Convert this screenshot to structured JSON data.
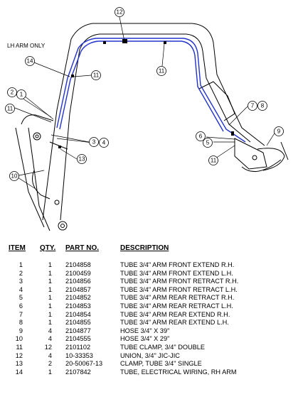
{
  "diagram": {
    "note": "LH ARM ONLY",
    "callouts": [
      "12",
      "14",
      "11",
      "11",
      "2",
      "1",
      "11",
      "3",
      "4",
      "13",
      "10",
      "7",
      "8",
      "6",
      "5",
      "11",
      "9"
    ]
  },
  "parts_table": {
    "headers": {
      "item": "ITEM",
      "qty": "QTY.",
      "part_no": "PART NO.",
      "description": "DESCRIPTION"
    },
    "rows": [
      {
        "item": "1",
        "qty": "1",
        "part_no": "2104858",
        "description": "TUBE 3/4\" ARM FRONT EXTEND R.H."
      },
      {
        "item": "2",
        "qty": "1",
        "part_no": "2100459",
        "description": "TUBE 3/4\" ARM FRONT EXTEND L.H."
      },
      {
        "item": "3",
        "qty": "1",
        "part_no": "2104856",
        "description": "TUBE 3/4\" ARM FRONT RETRACT R.H."
      },
      {
        "item": "4",
        "qty": "1",
        "part_no": "2104857",
        "description": "TUBE 3/4\" ARM FRONT RETRACT L.H."
      },
      {
        "item": "5",
        "qty": "1",
        "part_no": "2104852",
        "description": "TUBE 3/4\" ARM REAR RETRACT R.H."
      },
      {
        "item": "6",
        "qty": "1",
        "part_no": "2104853",
        "description": "TUBE 3/4\" ARM REAR RETRACT L.H."
      },
      {
        "item": "7",
        "qty": "1",
        "part_no": "2104854",
        "description": "TUBE 3/4\" ARM REAR EXTEND R.H."
      },
      {
        "item": "8",
        "qty": "1",
        "part_no": "2104855",
        "description": "TUBE 3/4\" ARM REAR EXTEND L.H."
      },
      {
        "item": "9",
        "qty": "4",
        "part_no": "2104877",
        "description": "HOSE 3/4\" X 39\""
      },
      {
        "item": "10",
        "qty": "4",
        "part_no": "2104555",
        "description": "HOSE 3/4\" X 29\""
      },
      {
        "item": "11",
        "qty": "12",
        "part_no": "2101102",
        "description": "TUBE CLAMP,  3/4\" DOUBLE"
      },
      {
        "item": "12",
        "qty": "4",
        "part_no": "10-33353",
        "description": "UNION, 3/4\" JIC-JIC"
      },
      {
        "item": "13",
        "qty": "2",
        "part_no": "20-50067-13",
        "description": "CLAMP, TUBE 3/4\" SINGLE"
      },
      {
        "item": "14",
        "qty": "1",
        "part_no": "2107842",
        "description": "TUBE, ELECTRICAL WIRING, RH ARM"
      }
    ]
  },
  "colors": {
    "line": "#000000",
    "tube_highlight": "#2233cc",
    "background": "#ffffff"
  }
}
